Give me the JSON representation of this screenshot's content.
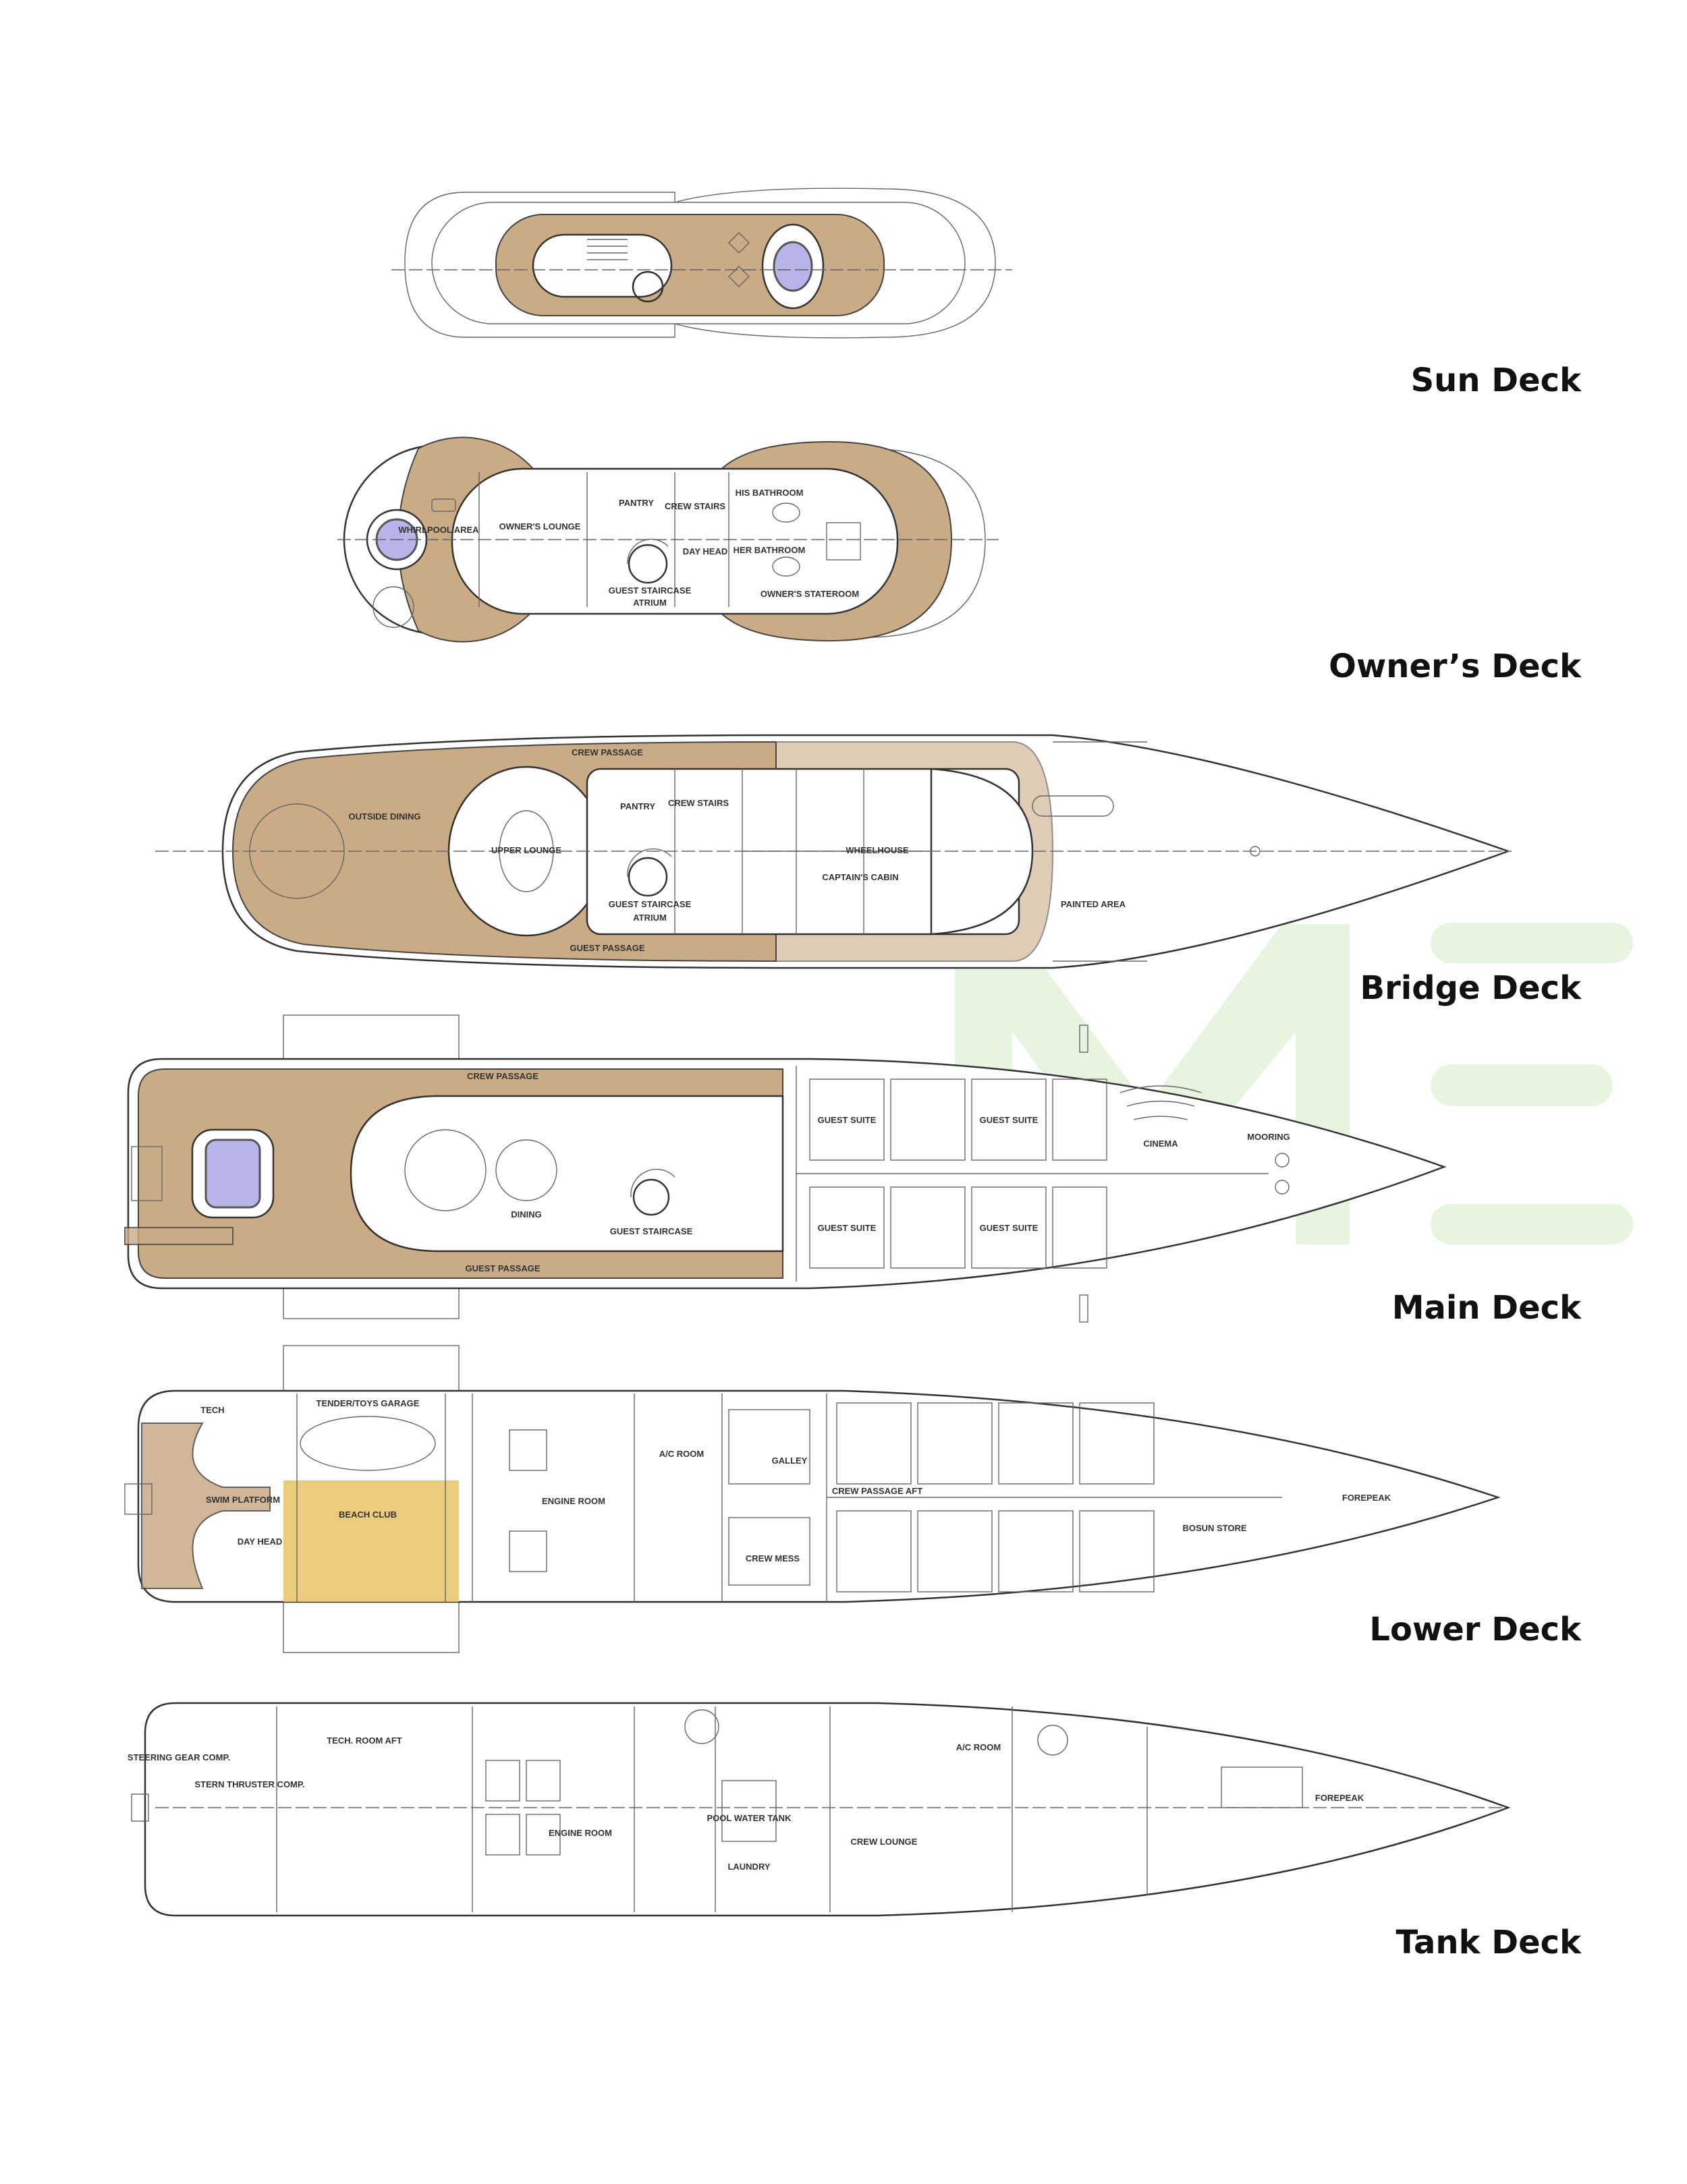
{
  "decks": [
    {
      "title": "Sun Deck",
      "rooms": []
    },
    {
      "title": "Owner’s Deck",
      "rooms": [
        "WHIRLPOOL AREA",
        "OWNER'S LOUNGE",
        "PANTRY",
        "CREW STAIRS",
        "HIS BATHROOM",
        "HER BATHROOM",
        "DAY HEAD",
        "GUEST STAIRCASE",
        "ATRIUM",
        "OWNER'S STATEROOM"
      ]
    },
    {
      "title": "Bridge Deck",
      "rooms": [
        "CREW PASSAGE",
        "OUTSIDE DINING",
        "UPPER LOUNGE",
        "PANTRY",
        "CREW STAIRS",
        "WHEELHOUSE",
        "CAPTAIN'S CABIN",
        "GUEST STAIRCASE",
        "ATRIUM",
        "GUEST PASSAGE",
        "PAINTED AREA"
      ]
    },
    {
      "title": "Main Deck",
      "rooms": [
        "CREW PASSAGE",
        "DINING",
        "GUEST STAIRCASE",
        "GUEST SUITE",
        "GUEST SUITE",
        "GUEST SUITE",
        "GUEST SUITE",
        "CINEMA",
        "MOORING",
        "GUEST PASSAGE"
      ]
    },
    {
      "title": "Lower Deck",
      "rooms": [
        "TENDER/TOYS GARAGE",
        "SWIM PLATFORM",
        "BEACH CLUB",
        "ENGINE ROOM",
        "A/C ROOM",
        "GALLEY",
        "CREW PASSAGE AFT",
        "CREW MESS",
        "BOSUN STORE",
        "FOREPEAK",
        "TECH",
        "DAY HEAD"
      ]
    },
    {
      "title": "Tank Deck",
      "rooms": [
        "STEERING GEAR COMP.",
        "STERN THRUSTER COMP.",
        "TECH. ROOM AFT",
        "ENGINE ROOM",
        "POOL WATER TANK",
        "LAUNDRY",
        "CREW LOUNGE",
        "A/C ROOM",
        "FOREPEAK"
      ]
    }
  ],
  "colors": {
    "wood": "#c9ab86",
    "pool": "#b8b4ea",
    "beach_club": "#e9c66e",
    "watermark": "#dff2d6"
  }
}
